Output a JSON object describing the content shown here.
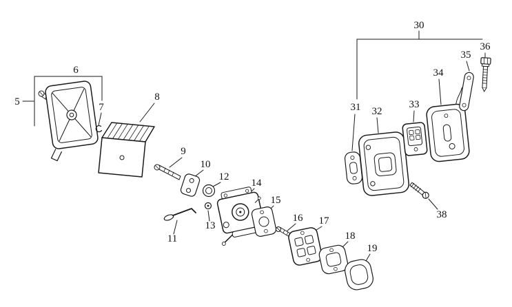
{
  "figure": {
    "type": "exploded-parts-diagram",
    "background_color": "#ffffff",
    "line_color": "#1a1a1a",
    "labels": [
      {
        "text": "5"
      },
      {
        "text": "6"
      },
      {
        "text": "7"
      },
      {
        "text": "8"
      },
      {
        "text": "9"
      },
      {
        "text": "10"
      },
      {
        "text": "11"
      },
      {
        "text": "12"
      },
      {
        "text": "13"
      },
      {
        "text": "14"
      },
      {
        "text": "15"
      },
      {
        "text": "16"
      },
      {
        "text": "17"
      },
      {
        "text": "18"
      },
      {
        "text": "19"
      },
      {
        "text": "30"
      },
      {
        "text": "31"
      },
      {
        "text": "32"
      },
      {
        "text": "33"
      },
      {
        "text": "34"
      },
      {
        "text": "35"
      },
      {
        "text": "36"
      },
      {
        "text": "38"
      }
    ]
  }
}
